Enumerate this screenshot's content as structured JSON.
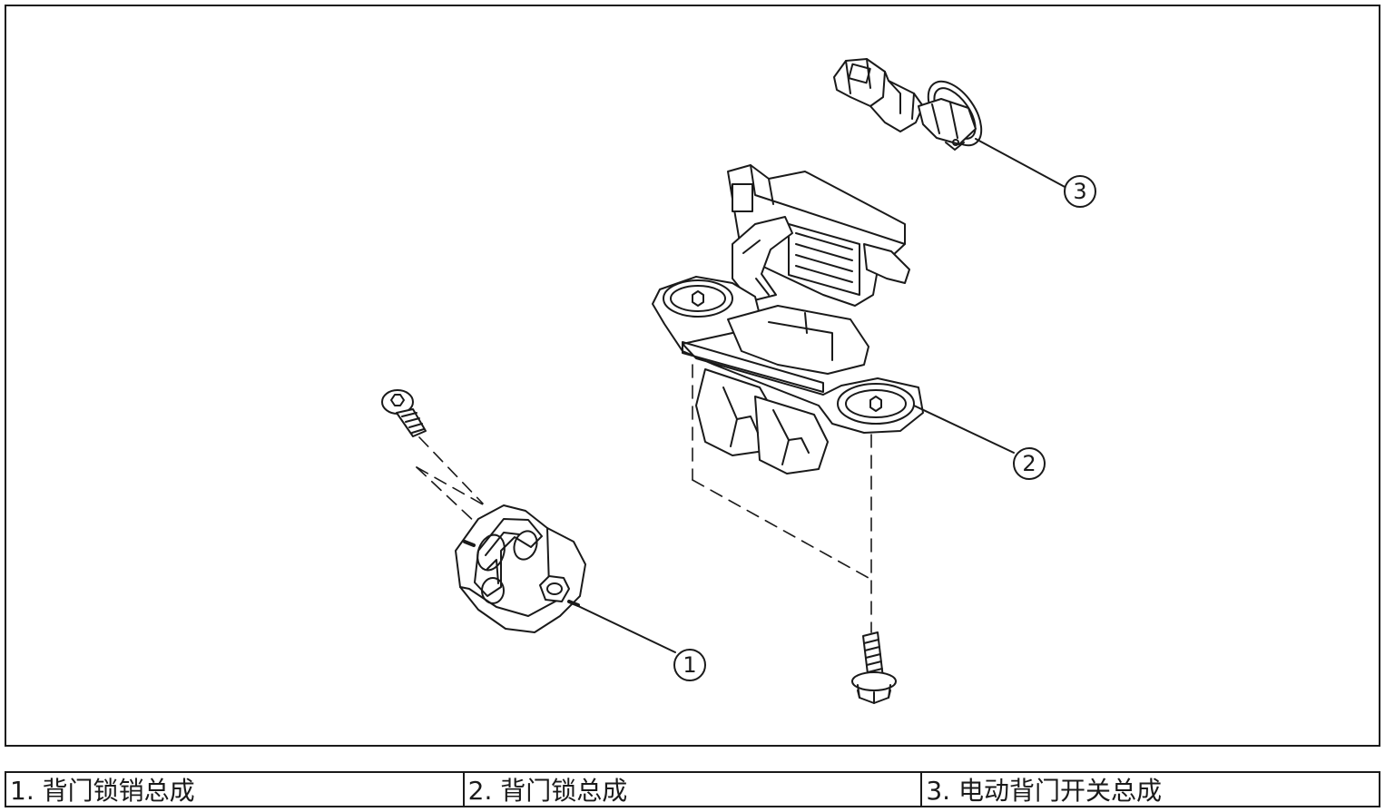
{
  "diagram": {
    "callouts": [
      {
        "id": 1,
        "label": "1"
      },
      {
        "id": 2,
        "label": "2"
      },
      {
        "id": 3,
        "label": "3"
      }
    ]
  },
  "legend": [
    {
      "text": "1. 背门锁销总成"
    },
    {
      "text": "2. 背门锁总成"
    },
    {
      "text": "3. 电动背门开关总成"
    }
  ],
  "colors": {
    "line": "#1a1a1a",
    "background": "#ffffff"
  }
}
